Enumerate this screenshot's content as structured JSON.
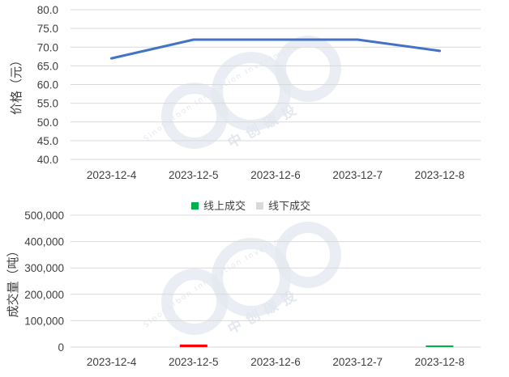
{
  "chart_data": [
    {
      "type": "line",
      "ylabel": "价格（元）",
      "categories": [
        "2023-12-4",
        "2023-12-5",
        "2023-12-6",
        "2023-12-7",
        "2023-12-8"
      ],
      "series": [
        {
          "values": [
            67.0,
            72.0,
            72.0,
            72.0,
            69.0
          ],
          "color": "#4472C4"
        }
      ],
      "ylim": [
        40.0,
        80.0
      ],
      "yticks": [
        "40.0",
        "45.0",
        "50.0",
        "55.0",
        "60.0",
        "65.0",
        "70.0",
        "75.0",
        "80.0"
      ],
      "grid": true
    },
    {
      "type": "bar",
      "ylabel": "成交量（吨）",
      "categories": [
        "2023-12-4",
        "2023-12-5",
        "2023-12-6",
        "2023-12-7",
        "2023-12-8"
      ],
      "series": [
        {
          "name": "线上成交",
          "values": [
            0,
            0,
            0,
            0,
            1500
          ],
          "color": "#00B050"
        },
        {
          "name": "线下成交",
          "values": [
            0,
            5000,
            0,
            0,
            0
          ],
          "color": "#D9D9D9"
        }
      ],
      "bar_highlight_color": "#FF0000",
      "ylim": [
        0,
        500000
      ],
      "yticks": [
        "0",
        "100,000",
        "200,000",
        "300,000",
        "400,000",
        "500,000"
      ],
      "legend_position": "top-center",
      "grid": true
    }
  ],
  "watermark": {
    "circle_text": "SinoCarbon Innovation Investment",
    "cn_text": "中创碳投",
    "color": "#e3e8f0"
  }
}
